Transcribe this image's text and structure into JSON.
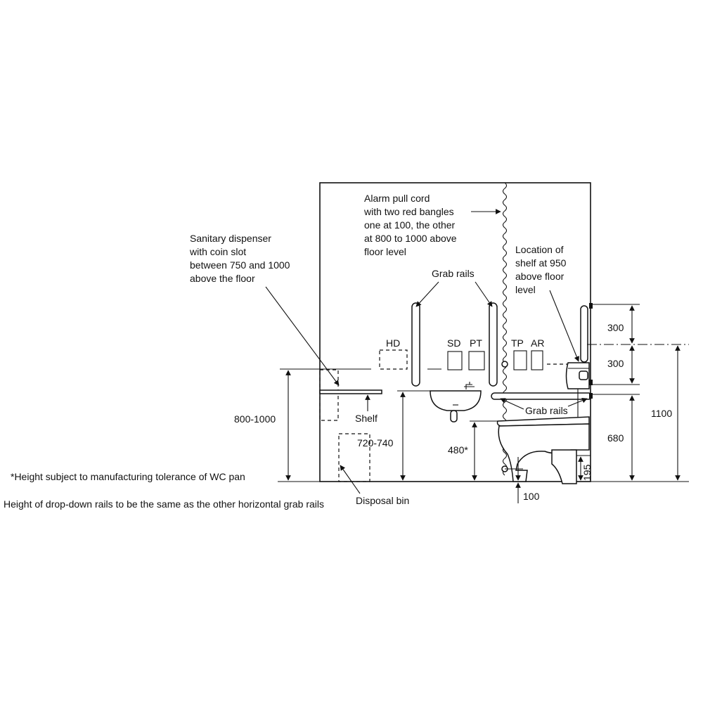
{
  "labels": {
    "alarm": [
      "Alarm pull cord",
      "with two red bangles",
      "one at 100, the other",
      "at 800 to 1000 above",
      "floor level"
    ],
    "dispenser": [
      "Sanitary dispenser",
      "with coin slot",
      "between 750 and 1000",
      "above the floor"
    ],
    "shelf_location": [
      "Location of",
      "shelf at 950",
      "above floor",
      "level"
    ],
    "grab_rails_top": "Grab rails",
    "grab_rails_bottom": "Grab rails",
    "hd": "HD",
    "sd": "SD",
    "pt": "PT",
    "tp": "TP",
    "ar": "AR",
    "shelf": "Shelf",
    "disposal_bin": "Disposal bin"
  },
  "dimensions": {
    "d800_1000": "800-1000",
    "d720_740": "720-740",
    "d480": "480*",
    "d300_top": "300",
    "d300_bottom": "300",
    "d680": "680",
    "d1100": "1100",
    "d195": "195",
    "d100": "100"
  },
  "notes": {
    "tolerance": "*Height subject to manufacturing tolerance of WC pan",
    "dropdown": "Height of drop-down rails to be the same as the other horizontal grab rails"
  }
}
